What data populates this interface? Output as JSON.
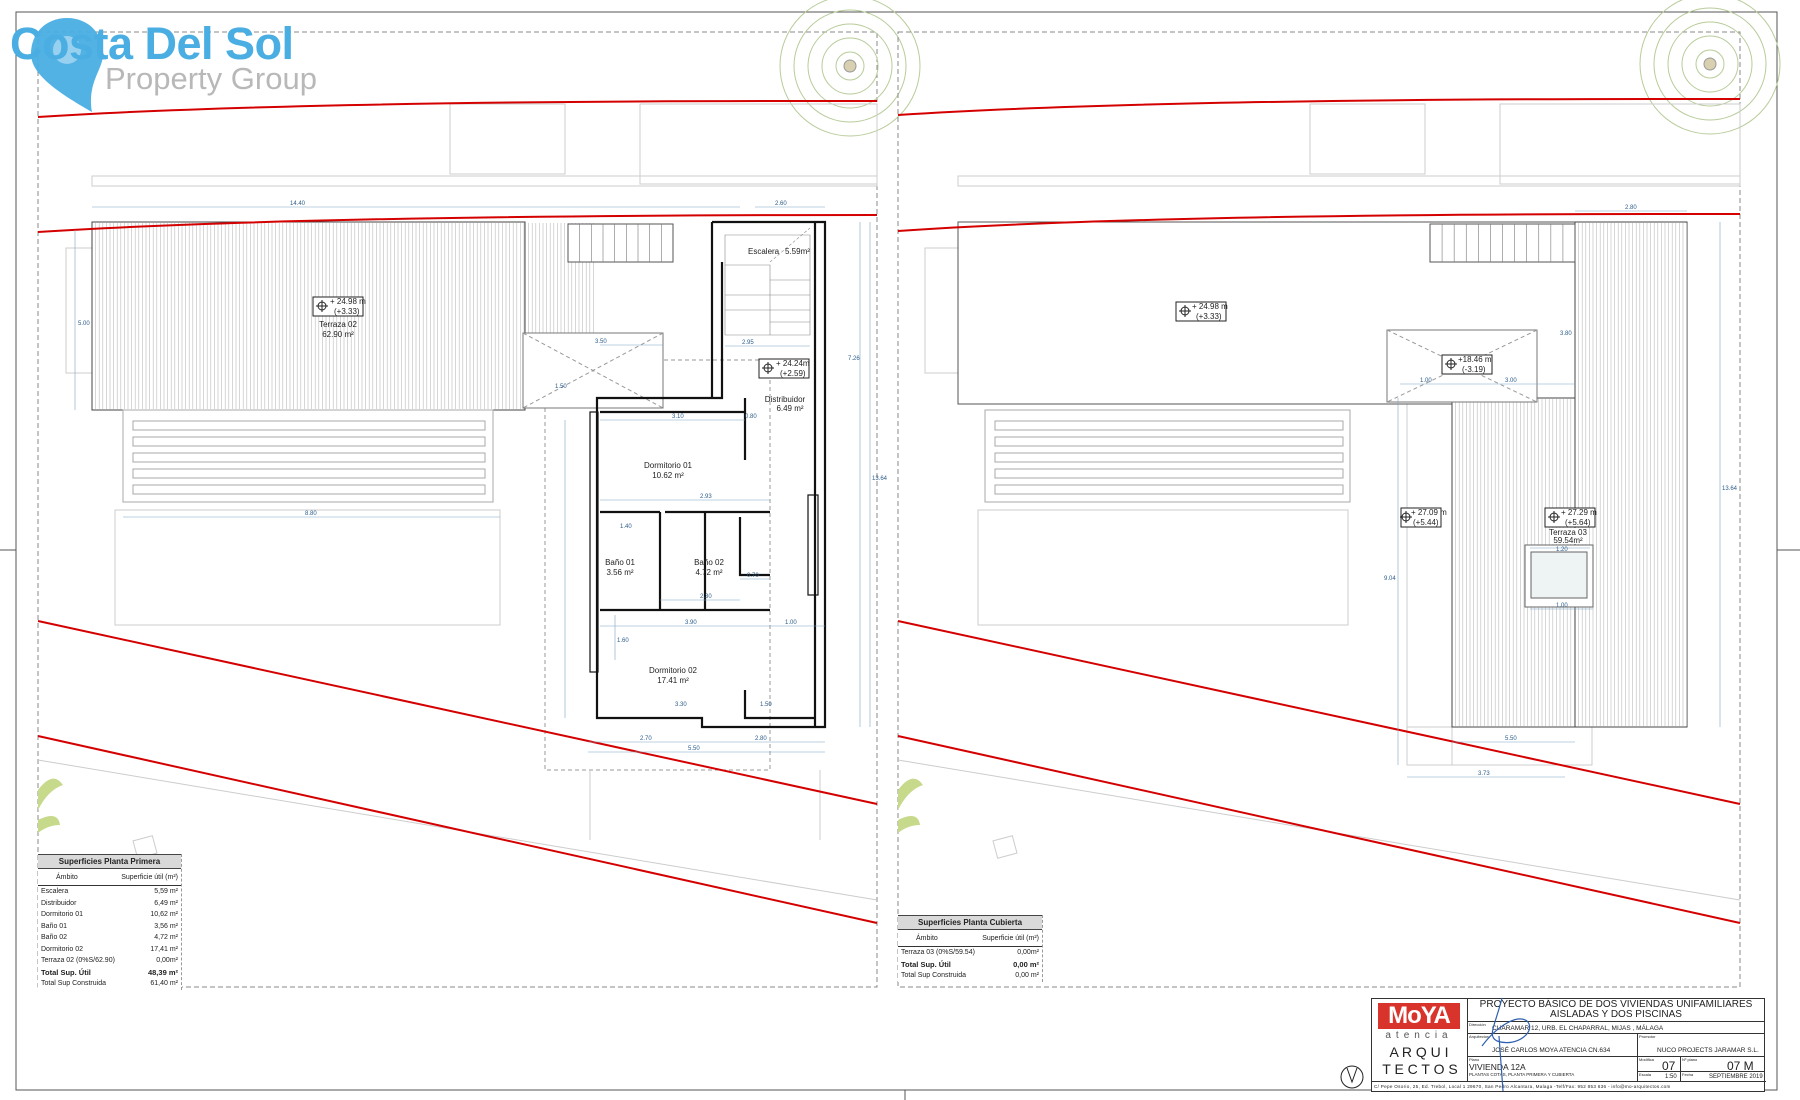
{
  "logo": {
    "line1": "Costa Del Sol",
    "line2": "Property Group",
    "brand_color": "#4aaee3"
  },
  "colors": {
    "boundary_line": "#d40000",
    "dimension": "#2c5d8a",
    "walls": "#111111"
  },
  "plan_primera": {
    "rooms": [
      {
        "name": "Terraza 02",
        "area": "62.90 m²"
      },
      {
        "name": "Escalera",
        "area": "5.59m²"
      },
      {
        "name": "Distribuidor",
        "area": "6.49 m²"
      },
      {
        "name": "Dormitorio 01",
        "area": "10.62 m²"
      },
      {
        "name": "Baño 01",
        "area": "3.56 m²"
      },
      {
        "name": "Baño 02",
        "area": "4.72 m²"
      },
      {
        "name": "Dormitorio 02",
        "area": "17.41 m²"
      }
    ],
    "levels": [
      {
        "abs": "+ 24.98 m",
        "rel": "(+3.33)"
      },
      {
        "abs": "+ 24.24m",
        "rel": "(+2.59)"
      }
    ],
    "dimensions": [
      "14.40",
      "2.60",
      "3.50",
      "1.50",
      "2.95",
      "3.10",
      "0.80",
      "2.30",
      "2.93",
      "1.40",
      "1.60",
      "0.70",
      "3.90",
      "1.00",
      "3.30",
      "1.50",
      "2.70",
      "2.80",
      "5.50",
      "5.00",
      "7.26",
      "13.64",
      "8.80"
    ]
  },
  "plan_cubierta": {
    "room": {
      "name": "Terraza 03",
      "area": "59.54m²"
    },
    "levels": [
      {
        "abs": "+ 24.98 m",
        "rel": "(+3.33)"
      },
      {
        "abs": "+18.46 m",
        "rel": "(-3.19)"
      },
      {
        "abs": "+ 27.09 m",
        "rel": "(+5.44)"
      },
      {
        "abs": "+ 27.29 m",
        "rel": "(+5.64)"
      }
    ],
    "dimensions": [
      "2.80",
      "3.80",
      "1.00",
      "3.00",
      "9.04",
      "13.64",
      "5.50",
      "3.73",
      "1.20",
      "1.00"
    ]
  },
  "table_primera": {
    "title": "Superficies Planta Primera",
    "col_ambito": "Ámbito",
    "col_superficie": "Superficie útil (m²)",
    "rows": [
      {
        "name": "Escalera",
        "value": "5,59 m²"
      },
      {
        "name": "Distribuidor",
        "value": "6,49 m²"
      },
      {
        "name": "Dormitorio 01",
        "value": "10,62 m²"
      },
      {
        "name": "Baño 01",
        "value": "3,56 m²"
      },
      {
        "name": "Baño 02",
        "value": "4,72 m²"
      },
      {
        "name": "Dormitorio 02",
        "value": "17,41 m²"
      },
      {
        "name": "Terraza 02 (0%S/62.90)",
        "value": "0,00m²"
      }
    ],
    "total_util": {
      "label": "Total Sup.  Útil",
      "value": "48,39 m²"
    },
    "total_construida": {
      "label": "Total Sup Construida",
      "value": "61,40 m²"
    }
  },
  "table_cubierta": {
    "title": "Superficies Planta Cubierta",
    "col_ambito": "Ámbito",
    "col_superficie": "Superficie útil (m²)",
    "rows": [
      {
        "name": "Terraza 03 (0%S/59.54)",
        "value": "0,00m²"
      }
    ],
    "total_util": {
      "label": "Total Sup.  Útil",
      "value": "0,00 m²"
    },
    "total_construida": {
      "label": "Total Sup Construida",
      "value": "0,00 m²"
    }
  },
  "title_block": {
    "firm_logo": "MoYA",
    "firm_sub": "atencia",
    "firm_line1": "A R Q U I",
    "firm_line2": "T E C T O S",
    "project_title_1": "PROYECTO BÁSICO DE DOS VIVIENDAS UNIFAMILIARES",
    "project_title_2": "AISLADAS Y DOS PISCINAS",
    "direccion_label": "Dirección",
    "direccion": "CUARAMAR 12, URB. EL CHAPARRAL, MIJAS , MÁLAGA",
    "arquitectos_label": "Arquitectos",
    "arquitecto": "JOSÉ CARLOS MOYA ATENCIA CN.634",
    "promotor_label": "Promotor",
    "promotor": "NUCO PROJECTS JARAMAR S.L.",
    "plano_label": "Plano",
    "plano": "VIVIENDA 12A",
    "plano_desc": "PLANTAS COTAS, PLANTA PRIMERA Y CUBIERTA",
    "modifica_label": "Modifica",
    "modifica": "07",
    "n_plano_label": "Nº plano",
    "n_plano": "07 M",
    "escala_label": "Escala",
    "escala": "1:50",
    "fecha_label": "Fecha",
    "fecha": "SEPTIEMBRE 2019",
    "footer": "C/ Pepe Osorio, 25, Ed. Trebol, Local 1 29670, San Pedro Alcantara, Malaga -Telf/Fax: 952 853 636 - info@mo-arquitectos.com",
    "logo_color": "#d9342b"
  }
}
